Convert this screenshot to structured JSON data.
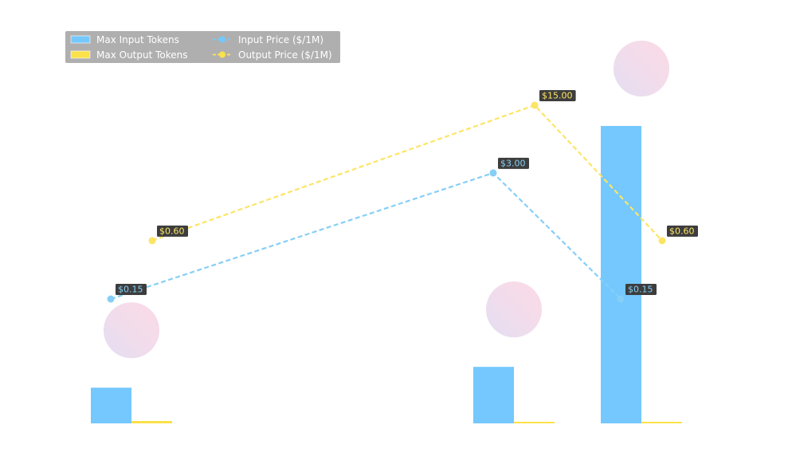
{
  "chart_data": {
    "type": "bar",
    "categories": [
      "",
      "",
      ""
    ],
    "x_positions": [
      0,
      3,
      4
    ],
    "series": [
      {
        "name": "Max Input Tokens",
        "kind": "bar",
        "values": [
          0.12,
          0.19,
          1.0
        ],
        "color": "#74c8fd"
      },
      {
        "name": "Max Output Tokens",
        "kind": "bar",
        "values": [
          0.008,
          0.005,
          0.005
        ],
        "color": "#fbe14a"
      },
      {
        "name": "Input Price ($/1M)",
        "kind": "line",
        "values": [
          0.15,
          3.0,
          0.15
        ],
        "labels": [
          "$0.15",
          "$3.00",
          "$0.15"
        ],
        "color": "#86cff6"
      },
      {
        "name": "Output Price ($/1M)",
        "kind": "line",
        "values": [
          0.6,
          15.0,
          0.6
        ],
        "labels": [
          "$0.60",
          "$15.00",
          "$0.60"
        ],
        "color": "#fce565"
      }
    ],
    "legend": {
      "position": "top-left",
      "items": [
        {
          "label": "Max Input Tokens",
          "color": "#74c8fd",
          "kind": "patch"
        },
        {
          "label": "Input Price ($/1M)",
          "color": "#74c8fd",
          "kind": "line"
        },
        {
          "label": "Max Output Tokens",
          "color": "#fbe14a",
          "kind": "patch"
        },
        {
          "label": "Output Price ($/1M)",
          "color": "#fbe14a",
          "kind": "line"
        }
      ]
    },
    "grid": false,
    "axes_visible": false,
    "decorations": "pink-lavender circles above each group",
    "label_box_color": "#3d3d3d"
  }
}
